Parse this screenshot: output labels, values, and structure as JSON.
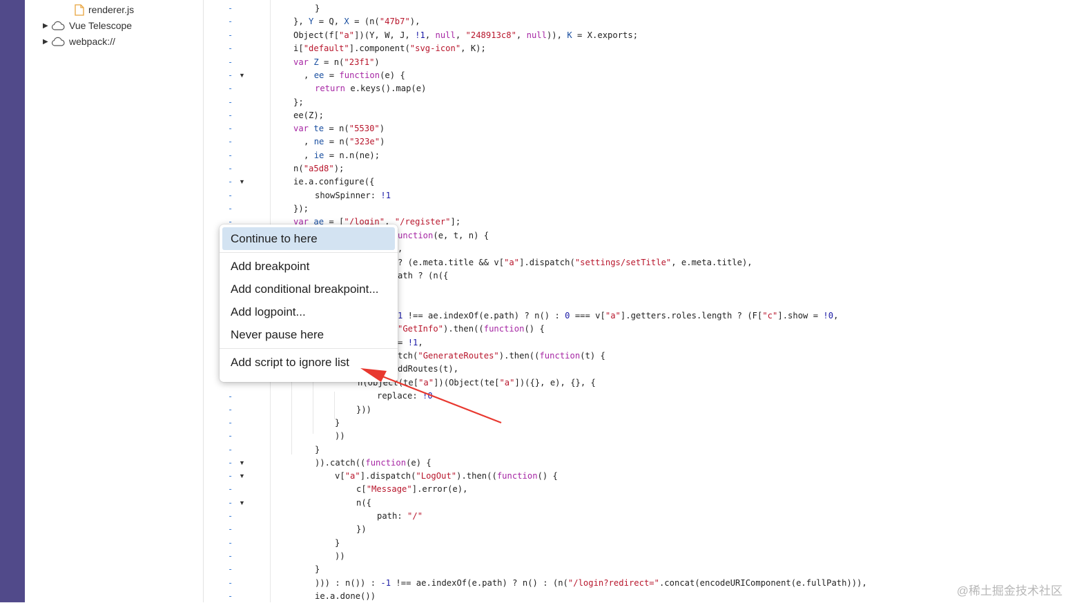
{
  "file_tree": {
    "items": [
      {
        "label": "renderer.js",
        "icon": "file-icon"
      },
      {
        "label": "Vue Telescope",
        "icon": "cloud-icon"
      },
      {
        "label": "webpack://",
        "icon": "cloud-icon"
      }
    ]
  },
  "context_menu": {
    "items": [
      "Continue to here",
      "Add breakpoint",
      "Add conditional breakpoint...",
      "Add logpoint...",
      "Never pause here",
      "Add script to ignore list"
    ]
  },
  "colors": {
    "accent_strip": "#514a8a",
    "breakpoint": "#d93025",
    "breakpoint_hover": "#e88c85",
    "annotation_arrow": "#e8382f",
    "menu_highlight": "#d3e3f2"
  },
  "watermark": "@稀土掘金技术社区"
}
